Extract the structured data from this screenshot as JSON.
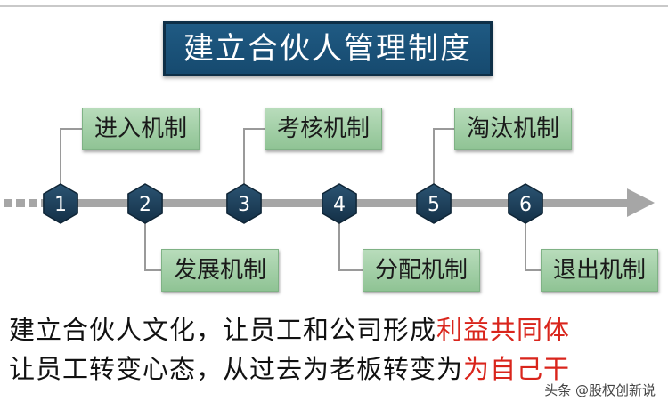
{
  "title": "建立合伙人管理制度",
  "steps": [
    {
      "number": "1",
      "label": "进入机制"
    },
    {
      "number": "2",
      "label": "发展机制"
    },
    {
      "number": "3",
      "label": "考核机制"
    },
    {
      "number": "4",
      "label": "分配机制"
    },
    {
      "number": "5",
      "label": "淘汰机制"
    },
    {
      "number": "6",
      "label": "退出机制"
    }
  ],
  "statement": {
    "line1_prefix": "建立合伙人文化，让员工和公司形成",
    "line1_highlight": "利益共同体",
    "line2_prefix": "让员工转变心态，从过去为老板转变为",
    "line2_highlight": "为自己干"
  },
  "watermark": "头条 @股权创新说",
  "colors": {
    "title_bg": "#1f5a83",
    "hexagon": "#1d3d55",
    "label_box": "#a9d3ad",
    "highlight": "#d9251c",
    "arrow": "#a6a6a6"
  }
}
